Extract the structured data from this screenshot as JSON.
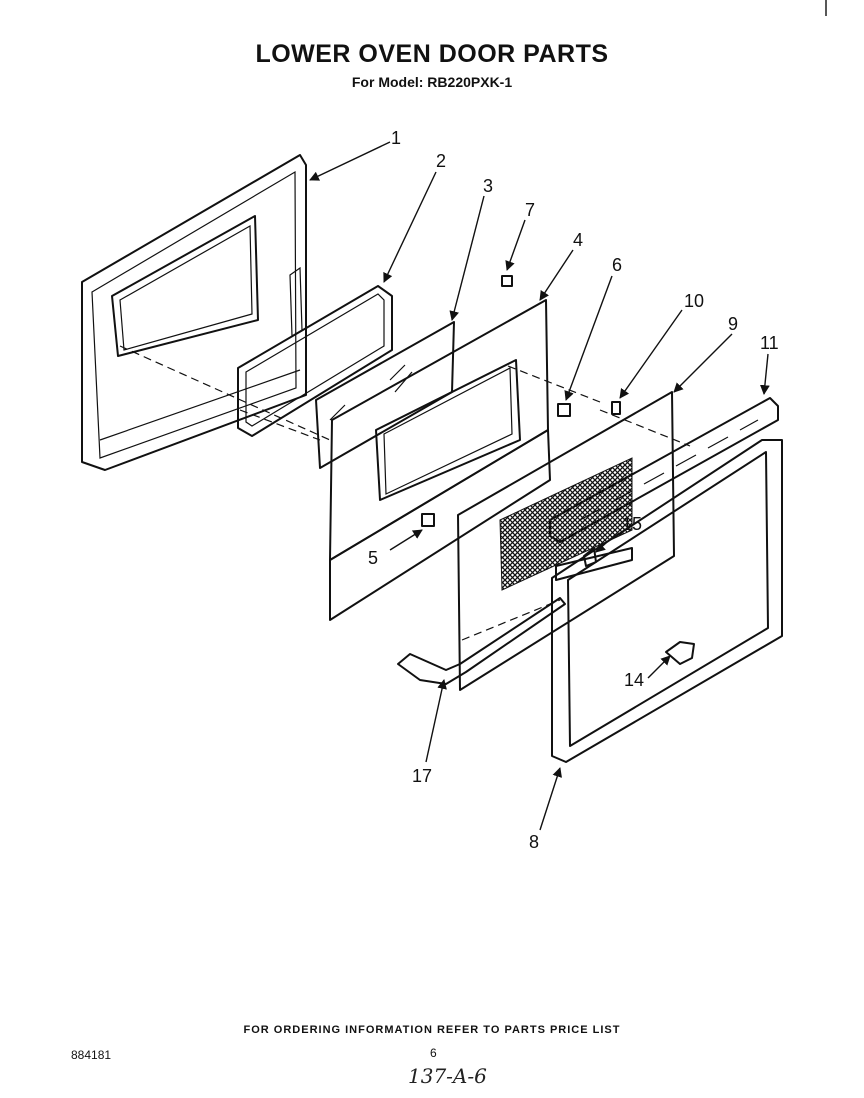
{
  "header": {
    "title": "LOWER OVEN DOOR PARTS",
    "subtitle": "For Model: RB220PXK-1"
  },
  "callouts": [
    {
      "id": "1",
      "label": "1"
    },
    {
      "id": "2",
      "label": "2"
    },
    {
      "id": "3",
      "label": "3"
    },
    {
      "id": "4",
      "label": "4"
    },
    {
      "id": "5",
      "label": "5"
    },
    {
      "id": "6",
      "label": "6"
    },
    {
      "id": "7",
      "label": "7"
    },
    {
      "id": "8",
      "label": "8"
    },
    {
      "id": "9",
      "label": "9"
    },
    {
      "id": "10",
      "label": "10"
    },
    {
      "id": "11",
      "label": "11"
    },
    {
      "id": "14",
      "label": "14"
    },
    {
      "id": "15",
      "label": "15"
    },
    {
      "id": "17",
      "label": "17"
    }
  ],
  "footer": {
    "ordering_note": "FOR ORDERING INFORMATION REFER TO PARTS PRICE LIST",
    "doc_number": "884181",
    "page_number": "6",
    "handwritten": "137-A-6"
  }
}
